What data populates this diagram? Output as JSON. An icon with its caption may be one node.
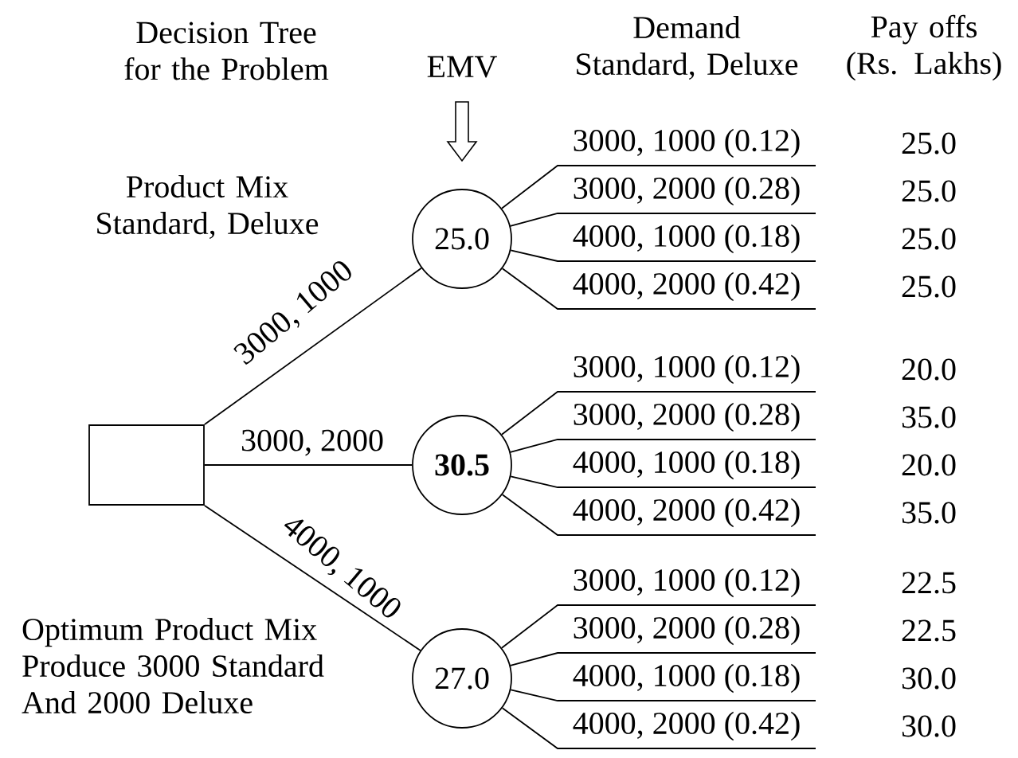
{
  "diagram": {
    "title": "Decision Tree for the Problem",
    "nodes": [
      {
        "text": [],
        "shape": "box"
      },
      {
        "text": [
          "25.0"
        ]
      },
      {
        "text": [
          "**30.5**"
        ]
      },
      {
        "text": [
          "27.0"
        ]
      }
    ],
    "edges": [
      {
        "from": 0,
        "to": 1,
        "arrow": "none",
        "label": "3000, 1000"
      },
      {
        "from": 0,
        "to": 2,
        "arrow": "none",
        "label": "3000, 2000"
      },
      {
        "from": 0,
        "to": 3,
        "arrow": "none",
        "label": "4000, 1000"
      },
      {
        "from": 1,
        "to": null,
        "arrow": "none",
        "label": "3000, 1000 (0.12)"
      },
      {
        "from": 1,
        "to": null,
        "arrow": "none",
        "label": "3000, 2000 (0.28)"
      },
      {
        "from": 1,
        "to": null,
        "arrow": "none",
        "label": "4000, 1000 (0.18)"
      },
      {
        "from": 1,
        "to": null,
        "arrow": "none",
        "label": "4000, 2000 (0.42)"
      },
      {
        "from": 2,
        "to": null,
        "arrow": "none",
        "label": "3000, 1000 (0.12)"
      },
      {
        "from": 2,
        "to": null,
        "arrow": "none",
        "label": "3000, 2000 (0.28)"
      },
      {
        "from": 2,
        "to": null,
        "arrow": "none",
        "label": "4000, 1000 (0.18)"
      },
      {
        "from": 2,
        "to": null,
        "arrow": "none",
        "label": "4000, 2000 (0.42)"
      },
      {
        "from": 3,
        "to": null,
        "arrow": "none",
        "label": "3000, 1000 (0.12)"
      },
      {
        "from": 3,
        "to": null,
        "arrow": "none",
        "label": "3000, 2000 (0.28)"
      },
      {
        "from": 3,
        "to": null,
        "arrow": "none",
        "label": "4000, 1000 (0.18)"
      },
      {
        "from": 3,
        "to": null,
        "arrow": "none",
        "label": "4000, 2000 (0.42)"
      }
    ],
    "labels": [
      "EMV",
      "Demand Standard, Deluxe",
      "Pay offs (Rs. Lakhs)",
      "Product Mix Standard, Deluxe",
      "25.0",
      "25.0",
      "25.0",
      "25.0",
      "20.0",
      "35.0",
      "20.0",
      "35.0",
      "22.5",
      "22.5",
      "30.0",
      "30.0",
      "Optimum Product Mix Produce 3000 Standard And 2000 Deluxe"
    ]
  }
}
